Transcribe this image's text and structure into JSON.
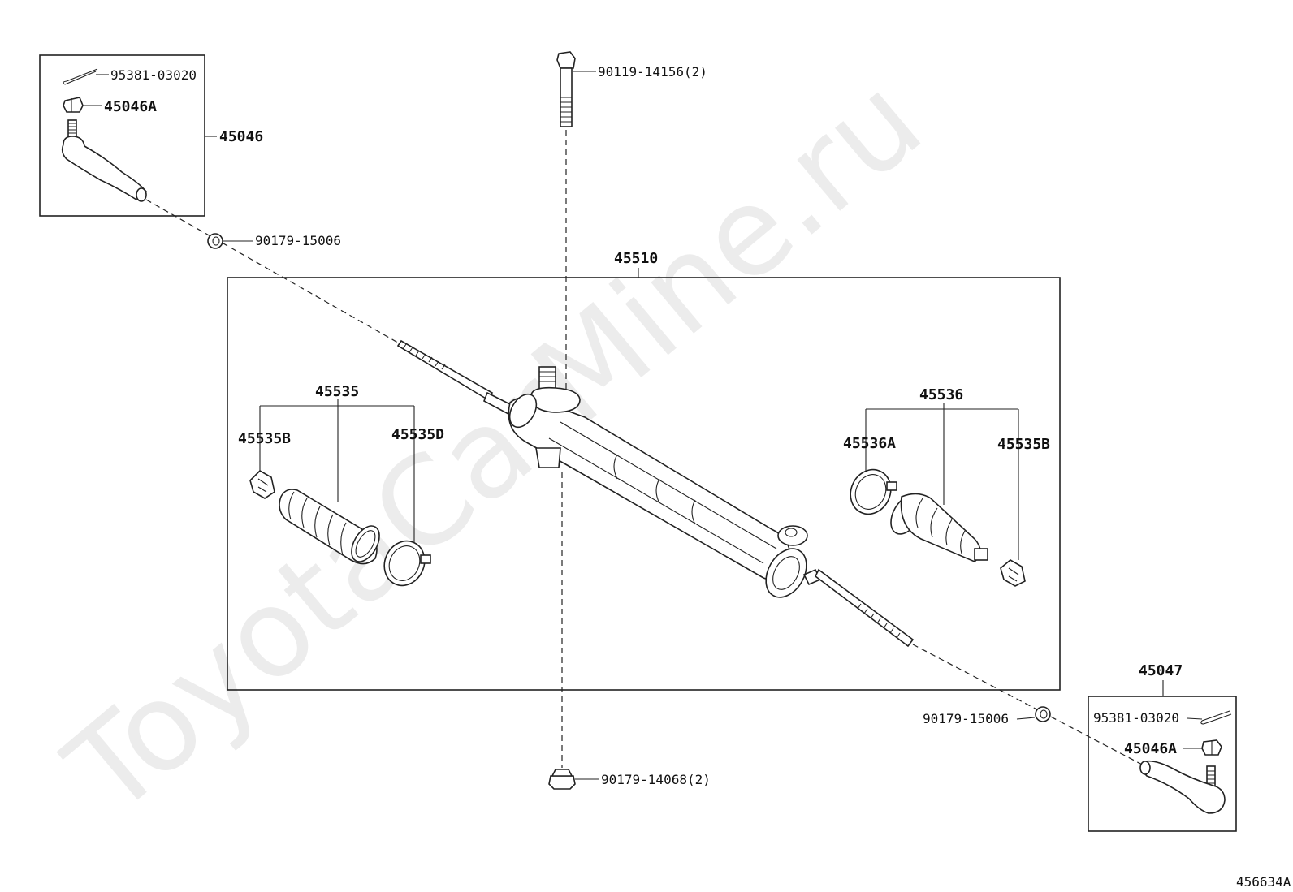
{
  "watermark": "ToyotaCarMine.ru",
  "figure_id": "456634A",
  "labels": {
    "group_tie_end_left": "45046",
    "cotter_pin_left": "95381-03020",
    "nut_left": "45046A",
    "grommet_left": "90179-15006",
    "bolt_top": "90119-14156(2)",
    "rack_assembly": "45510",
    "boot_set_left": "45535",
    "clip_left": "45535B",
    "clamp_left": "45535D",
    "boot_set_right": "45536",
    "clamp_right": "45536A",
    "clip_right": "45535B",
    "group_tie_end_right": "45047",
    "grommet_right": "90179-15006",
    "cotter_pin_right": "95381-03020",
    "nut_right": "45046A",
    "nut_bottom": "90179-14068(2)"
  }
}
